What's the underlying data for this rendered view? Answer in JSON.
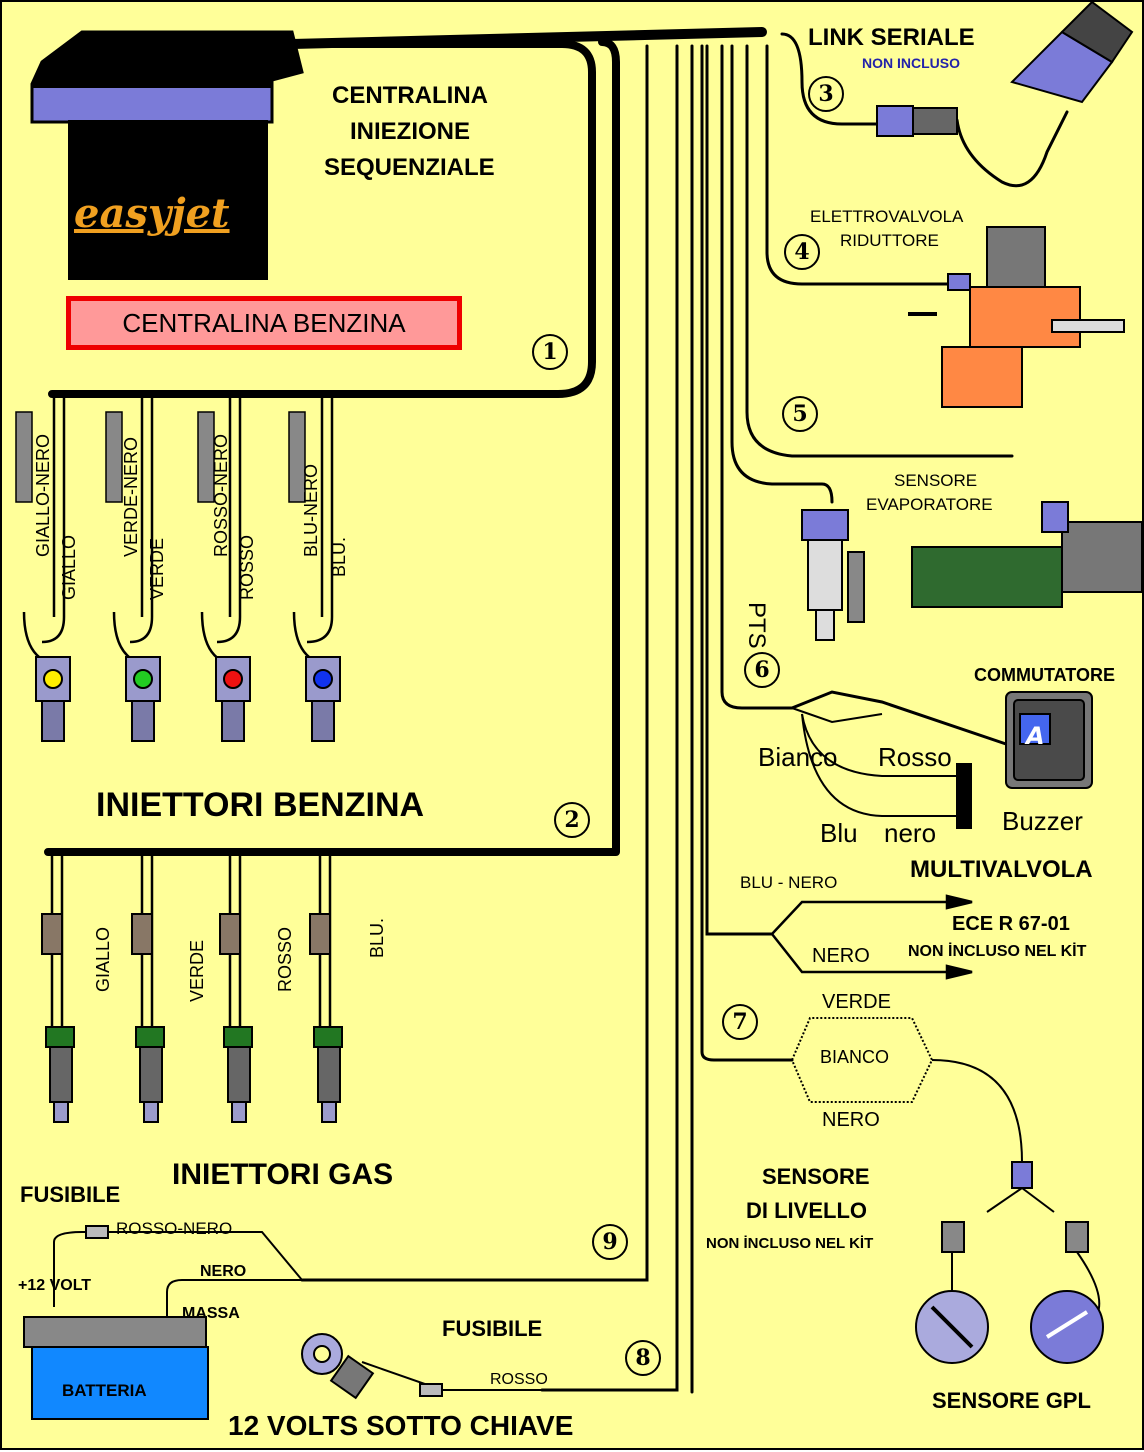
{
  "ecu": {
    "title_line1": "CENTRALINA",
    "title_line2": "INIEZIONE",
    "title_line3": "SEQUENZIALE",
    "logo": "easyjet",
    "petrol_ecu_label": "CENTRALINA BENZINA"
  },
  "numbers": [
    "1",
    "2",
    "3",
    "4",
    "5",
    "6",
    "7",
    "8",
    "9"
  ],
  "serial_link": {
    "title": "LINK SERIALE",
    "note": "NON INCLUSO"
  },
  "reducer_valve": {
    "line1": "ELETTROVALVOLA",
    "line2": "RIDUTTORE"
  },
  "evaporator_sensor": {
    "line1": "SENSORE",
    "line2": "EVAPORATORE"
  },
  "pts_label": "PTS",
  "petrol_injectors": {
    "title": "INIETTORI BENZINA",
    "wires": [
      {
        "outer": "GIALLO-NERO",
        "inner": "GIALLO",
        "color": "#ffee00"
      },
      {
        "outer": "VERDE-NERO",
        "inner": "VERDE",
        "color": "#22cc22"
      },
      {
        "outer": "ROSSO-NERO",
        "inner": "ROSSO",
        "color": "#ee1111"
      },
      {
        "outer": "BLU-NERO",
        "inner": "BLU.",
        "color": "#1133ee"
      }
    ]
  },
  "gas_injectors": {
    "title": "INIETTORI GAS",
    "wires": [
      "GIALLO",
      "VERDE",
      "ROSSO",
      "BLU."
    ]
  },
  "switch": {
    "title": "COMMUTATORE",
    "wire_white": "Bianco",
    "wire_red": "Rosso",
    "wire_blue": "Blu",
    "wire_black": "nero",
    "buzzer": "Buzzer"
  },
  "multivalve": {
    "title": "MULTIVALVOLA",
    "wire_top": "BLU - NERO",
    "wire_bottom": "NERO",
    "standard": "ECE R 67-01",
    "note": "NON İNCLUSO NEL KİT"
  },
  "level_sensor": {
    "wire_top": "VERDE",
    "wire_mid": "BIANCO",
    "wire_bottom": "NERO",
    "title_line1": "SENSORE",
    "title_line2": "DI LIVELLO",
    "note": "NON İNCLUSO NEL KİT",
    "gpl_label": "SENSORE GPL"
  },
  "power": {
    "fuse_label": "FUSIBILE",
    "wire_red_black": "ROSSO-NERO",
    "wire_black": "NERO",
    "plus12": "+12 VOLT",
    "ground": "MASSA",
    "battery": "BATTERIA",
    "fuse2_label": "FUSIBILE",
    "wire_red": "ROSSO",
    "ignition": "12 VOLTS SOTTO CHIAVE"
  }
}
